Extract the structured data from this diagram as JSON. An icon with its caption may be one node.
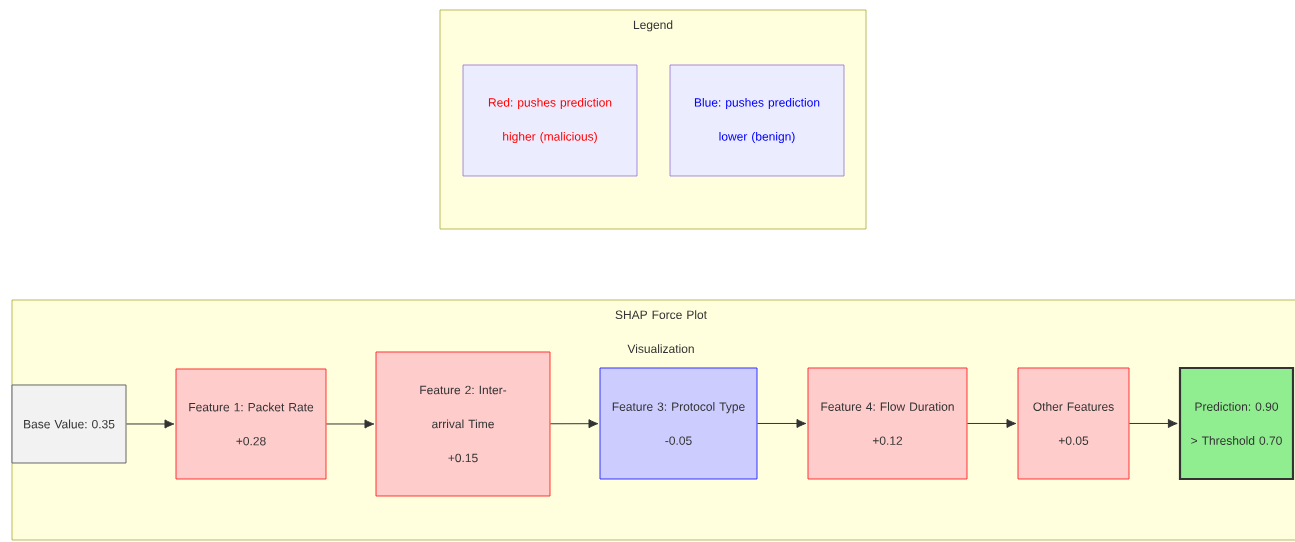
{
  "diagram": {
    "nodes": [
      {
        "text": [
          "Legend"
        ]
      },
      {
        "text": [
          "Red: pushes prediction higher (malicious)"
        ],
        "in": 0
      },
      {
        "text": [
          "Blue: pushes prediction lower (benign)"
        ],
        "in": 0
      },
      {
        "text": [
          "SHAP Force Plot Visualization"
        ]
      },
      {
        "text": [
          "Base Value: 0.35"
        ],
        "in": 3
      },
      {
        "text": [
          "Feature 1: Packet Rate",
          "+0.28"
        ],
        "in": 3
      },
      {
        "text": [
          "Feature 2: Inter-arrival Time",
          "+0.15"
        ],
        "in": 3
      },
      {
        "text": [
          "Feature 3: Protocol Type",
          "-0.05"
        ],
        "in": 3
      },
      {
        "text": [
          "Feature 4: Flow Duration",
          "+0.12"
        ],
        "in": 3
      },
      {
        "text": [
          "Other Features",
          "+0.05"
        ],
        "in": 3
      },
      {
        "text": [
          "Prediction: 0.90",
          "> Threshold 0.70"
        ],
        "in": 3
      }
    ],
    "edges": [
      {
        "from": 4,
        "to": 5,
        "arrow": "to"
      },
      {
        "from": 5,
        "to": 6,
        "arrow": "to"
      },
      {
        "from": 6,
        "to": 7,
        "arrow": "to"
      },
      {
        "from": 7,
        "to": 8,
        "arrow": "to"
      },
      {
        "from": 8,
        "to": 9,
        "arrow": "to"
      },
      {
        "from": 9,
        "to": 10,
        "arrow": "to"
      }
    ]
  }
}
